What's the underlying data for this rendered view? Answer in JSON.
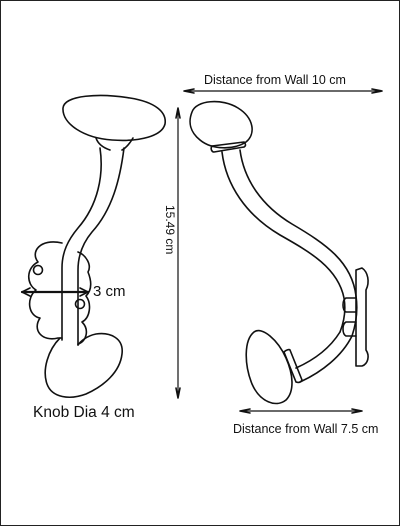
{
  "labels": {
    "distance_wall_10": "Distance from Wall 10 cm",
    "height": "15.49 cm",
    "width_3": "3 cm",
    "knob_dia": "Knob Dia 4 cm",
    "distance_wall_75": "Distance from Wall 7.5 cm"
  },
  "colors": {
    "line": "#111111",
    "background": "#ffffff"
  }
}
